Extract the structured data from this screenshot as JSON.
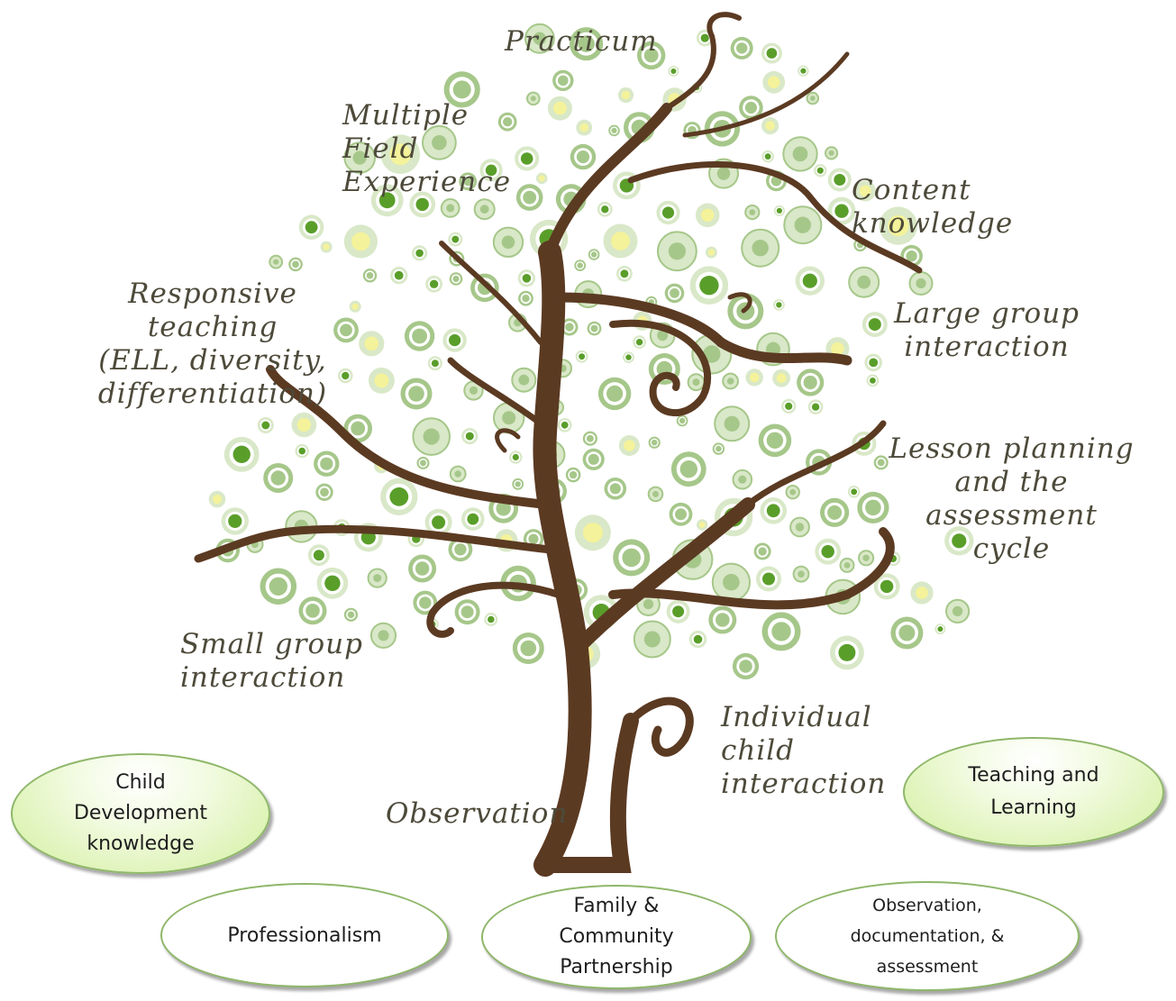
{
  "diagram": {
    "branch_labels": {
      "practicum": "Practicum",
      "multiple_field_experience": "Multiple\nField\nExperience",
      "content_knowledge": "Content\nknowledge",
      "responsive_teaching": "Responsive\nteaching\n(ELL, diversity,\ndifferentiation)",
      "large_group_interaction": "Large group\ninteraction",
      "lesson_planning": "Lesson planning\nand the\nassessment cycle",
      "small_group_interaction": "Small group\ninteraction",
      "individual_child_interaction": "Individual\nchild\ninteraction",
      "observation": "Observation"
    },
    "root_ovals": {
      "child_development": "Child\nDevelopment\nknowledge",
      "teaching_learning": "Teaching and\nLearning",
      "professionalism": "Professionalism",
      "family_community": "Family &\nCommunity\nPartnership",
      "observation_documentation": "Observation,\ndocumentation, &\nassessment"
    },
    "colors": {
      "trunk": "#5b3a22",
      "label_text": "#4d4a3a",
      "leaf_dark": "#5a9e2a",
      "leaf_mid": "#a6c78a",
      "leaf_light": "#d9e8c8",
      "leaf_yellow": "#f4f29a",
      "oval_border": "#8fb76a"
    }
  }
}
